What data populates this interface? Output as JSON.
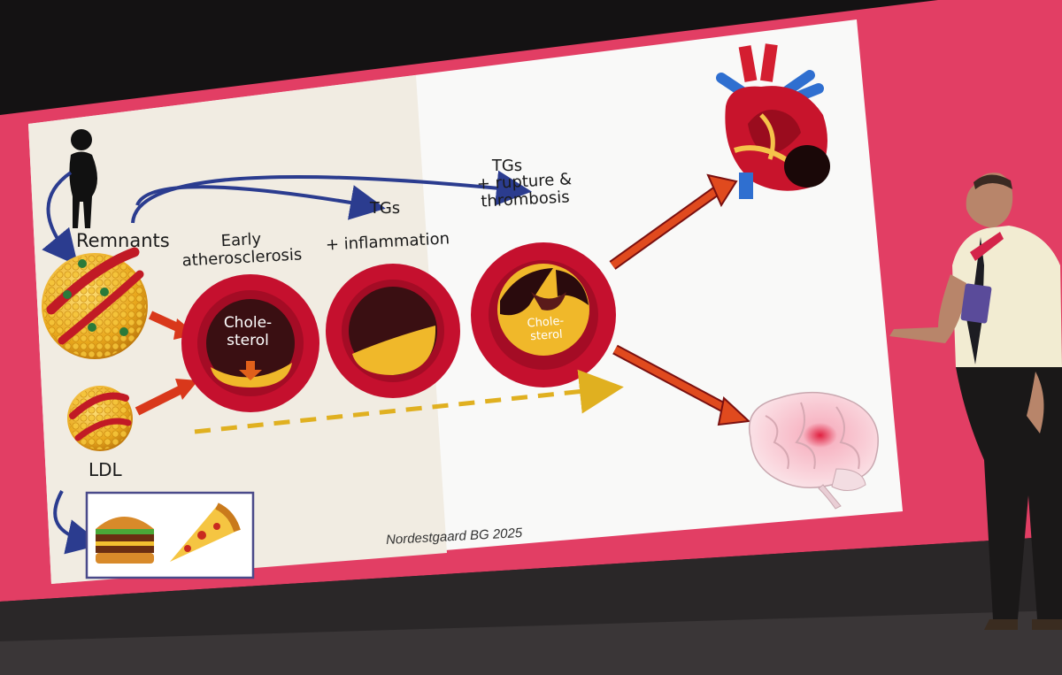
{
  "slide": {
    "remnants_label": "Remnants",
    "ldl_label": "LDL",
    "stage1_label": "Early\natherosclerosis",
    "stage2_top": "TGs",
    "stage2_label": "+ inflammation",
    "stage3_top": "TGs",
    "stage3_label": "+ rupture &\nthrombosis",
    "cholesterol_1": "Chole-\nsterol",
    "cholesterol_2": "Chole-\nsterol",
    "citation": "Nordestgaard BG 2025"
  },
  "colors": {
    "screen_frame": "#e23e64",
    "slide_left_bg": "#f1ece2",
    "slide_right_bg": "#fbfbfb",
    "vessel_red": "#c5102e",
    "vessel_dark": "#8e0a20",
    "plaque_yellow": "#f0b82a",
    "lumen_dark": "#3a0f12",
    "arrow_orange": "#d9381b",
    "dashed_arrow": "#e0b020",
    "curved_arrow_blue": "#2b3c8f"
  },
  "icons": [
    "person-icon",
    "burger-icon",
    "pizza-icon",
    "heart-icon",
    "brain-icon",
    "lipoprotein-icon"
  ]
}
